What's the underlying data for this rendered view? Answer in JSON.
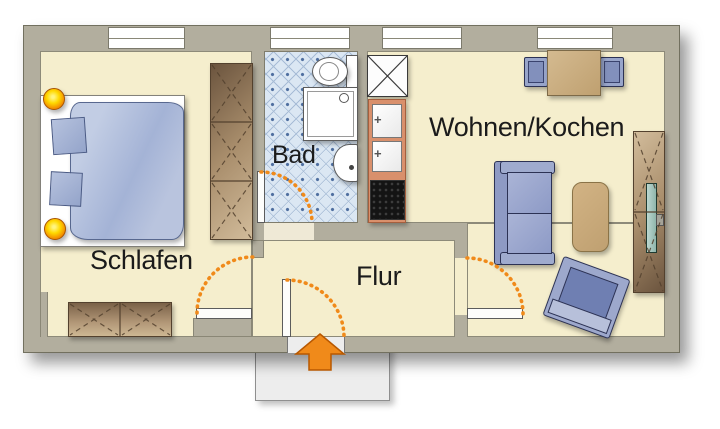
{
  "rooms": {
    "schlafen": {
      "label": "Schlafen"
    },
    "bad": {
      "label": "Bad"
    },
    "wohnen_kochen": {
      "label": "Wohnen/Kochen"
    },
    "flur": {
      "label": "Flur"
    }
  },
  "kitchen": {
    "sink_mark_1": "+",
    "sink_mark_2": "+"
  },
  "entrance": {
    "symbol": "arrow-up"
  },
  "colors": {
    "floor": "#f5eecd",
    "wall": "#b2ae9e",
    "tile": "#dbe7f3",
    "accent_orange": "#f08a1a",
    "furniture_blue": "#98a5ca",
    "furniture_wood": "#a98e6c",
    "counter_salmon": "#d9906c"
  }
}
